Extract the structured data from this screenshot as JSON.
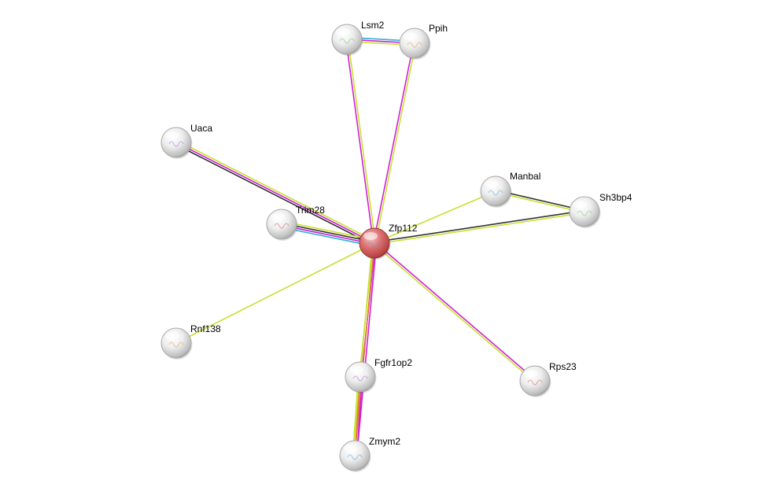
{
  "colors": {
    "query_node": "#d95a5a",
    "node": "#d8d8d8",
    "edge_textmining": "#c6e22f",
    "edge_experiments": "#d020d8",
    "edge_coexpression": "#333333",
    "edge_database": "#2ab3d6",
    "edge_cooccurrence": "#e07a3a"
  },
  "nodes": [
    {
      "id": "Zfp112",
      "label": "Zfp112",
      "query": true,
      "icon": "protein-structure-icon"
    },
    {
      "id": "Lsm2",
      "label": "Lsm2",
      "icon": "protein-structure-icon"
    },
    {
      "id": "Ppih",
      "label": "Ppih",
      "icon": "protein-structure-icon"
    },
    {
      "id": "Uaca",
      "label": "Uaca",
      "icon": "protein-structure-icon"
    },
    {
      "id": "Trim28",
      "label": "Trim28",
      "icon": "protein-structure-icon"
    },
    {
      "id": "Manbal",
      "label": "Manbal",
      "icon": "protein-structure-icon"
    },
    {
      "id": "Sh3bp4",
      "label": "Sh3bp4",
      "icon": "protein-structure-icon"
    },
    {
      "id": "Rnf138",
      "label": "Rnf138",
      "icon": "protein-structure-icon"
    },
    {
      "id": "Fgfr1op2",
      "label": "Fgfr1op2",
      "icon": "protein-structure-icon"
    },
    {
      "id": "Rps23",
      "label": "Rps23",
      "icon": "protein-structure-icon"
    },
    {
      "id": "Zmym2",
      "label": "Zmym2",
      "icon": "protein-structure-icon"
    }
  ],
  "edges": [
    {
      "source": "Lsm2",
      "target": "Ppih",
      "evidence": [
        "database",
        "experiments",
        "textmining"
      ]
    },
    {
      "source": "Zfp112",
      "target": "Lsm2",
      "evidence": [
        "experiments",
        "textmining"
      ]
    },
    {
      "source": "Zfp112",
      "target": "Ppih",
      "evidence": [
        "experiments",
        "textmining"
      ]
    },
    {
      "source": "Zfp112",
      "target": "Uaca",
      "evidence": [
        "coexpression",
        "experiments",
        "textmining"
      ]
    },
    {
      "source": "Zfp112",
      "target": "Trim28",
      "evidence": [
        "database",
        "experiments",
        "coexpression",
        "textmining"
      ]
    },
    {
      "source": "Zfp112",
      "target": "Manbal",
      "evidence": [
        "textmining"
      ]
    },
    {
      "source": "Zfp112",
      "target": "Sh3bp4",
      "evidence": [
        "coexpression",
        "textmining"
      ]
    },
    {
      "source": "Manbal",
      "target": "Sh3bp4",
      "evidence": [
        "coexpression",
        "textmining"
      ]
    },
    {
      "source": "Zfp112",
      "target": "Rnf138",
      "evidence": [
        "textmining"
      ]
    },
    {
      "source": "Zfp112",
      "target": "Fgfr1op2",
      "evidence": [
        "experiments",
        "textmining"
      ]
    },
    {
      "source": "Zfp112",
      "target": "Rps23",
      "evidence": [
        "experiments",
        "textmining"
      ]
    },
    {
      "source": "Zfp112",
      "target": "Zmym2",
      "evidence": [
        "experiments",
        "cooccurrence",
        "textmining"
      ]
    },
    {
      "source": "Fgfr1op2",
      "target": "Zmym2",
      "evidence": [
        "experiments",
        "cooccurrence",
        "textmining"
      ]
    }
  ]
}
